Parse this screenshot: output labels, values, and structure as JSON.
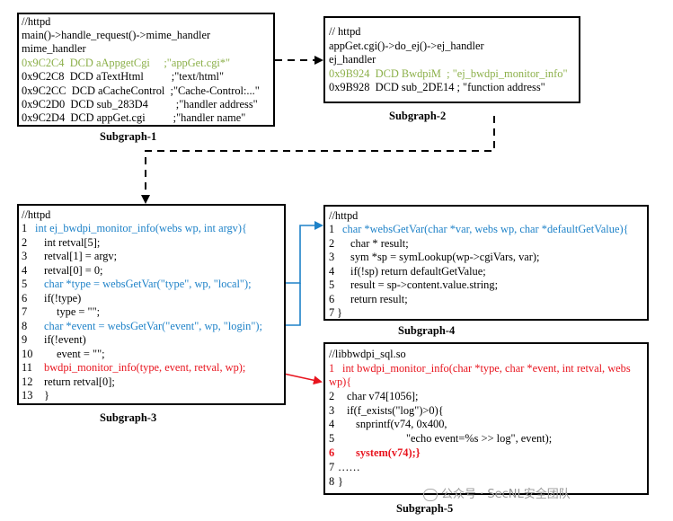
{
  "subgraph1": {
    "caption": "Subgraph-1",
    "lines": [
      "//httpd",
      "main()->handle_request()->mime_handler",
      "mime_handler",
      "0x9C2C4  DCD aAppgetCgi     ;\"appGet.cgi*\"",
      "0x9C2C8  DCD aTextHtml          ;\"text/html\"",
      "0x9C2CC  DCD aCacheControl  ;\"Cache-Control:...\"",
      "0x9C2D0  DCD sub_283D4          ;\"handler address\"",
      "0x9C2D4  DCD appGet.cgi          ;\"handler name\""
    ]
  },
  "subgraph2": {
    "caption": "Subgraph-2",
    "lines": [
      "// httpd",
      "appGet.cgi()->do_ej()->ej_handler",
      "ej_handler",
      "0x9B924  DCD BwdpiM  ; \"ej_bwdpi_monitor_info\"",
      "0x9B928  DCD sub_2DE14 ; \"function address\""
    ]
  },
  "subgraph3": {
    "caption": "Subgraph-3",
    "header": "//httpd",
    "lines": [
      {
        "num": "1",
        "code": "int ej_bwdpi_monitor_info(webs wp, int argv){"
      },
      {
        "num": "2",
        "code": "int retval[5];"
      },
      {
        "num": "3",
        "code": "retval[1] = argv;"
      },
      {
        "num": "4",
        "code": "retval[0] = 0;"
      },
      {
        "num": "5",
        "code": "char *type = websGetVar(\"type\", wp, \"local\");"
      },
      {
        "num": "6",
        "code": "if(!type)"
      },
      {
        "num": "7",
        "code": "type = \"\";"
      },
      {
        "num": "8",
        "code": "char *event = websGetVar(\"event\", wp, \"login\");"
      },
      {
        "num": "9",
        "code": "if(!event)"
      },
      {
        "num": "10",
        "code": "event = \"\";"
      },
      {
        "num": "11",
        "code": "bwdpi_monitor_info(type, event, retval, wp);"
      },
      {
        "num": "12",
        "code": "return retval[0];"
      },
      {
        "num": "13",
        "code": "}"
      }
    ]
  },
  "subgraph4": {
    "caption": "Subgraph-4",
    "header": "//httpd",
    "lines": [
      {
        "num": "1",
        "code": "char *websGetVar(char *var, webs wp, char *defaultGetValue){"
      },
      {
        "num": "2",
        "code": "char * result;"
      },
      {
        "num": "3",
        "code": "sym *sp = symLookup(wp->cgiVars, var);"
      },
      {
        "num": "4",
        "code": "if(!sp) return defaultGetValue;"
      },
      {
        "num": "5",
        "code": "result = sp->content.value.string;"
      },
      {
        "num": "6",
        "code": "return result;"
      },
      {
        "num": "7",
        "code": "}"
      }
    ]
  },
  "subgraph5": {
    "caption": "Subgraph-5",
    "header": "//libbwdpi_sql.so",
    "lines": [
      {
        "num": "1",
        "code": "int bwdpi_monitor_info(char *type, char *event, int retval, webs"
      },
      {
        "num": "",
        "code": "wp){"
      },
      {
        "num": "2",
        "code": "char v74[1056];"
      },
      {
        "num": "3",
        "code": "if(f_exists(\"log\")>0){"
      },
      {
        "num": "4",
        "code": "snprintf(v74, 0x400,"
      },
      {
        "num": "5",
        "code": "\"echo event=%s >> log\", event);"
      },
      {
        "num": "6",
        "code": "system(v74);}"
      },
      {
        "num": "7",
        "code": "……"
      },
      {
        "num": "8",
        "code": "}"
      }
    ]
  },
  "watermark": {
    "text": "公众号 · SecNL安全团队"
  }
}
